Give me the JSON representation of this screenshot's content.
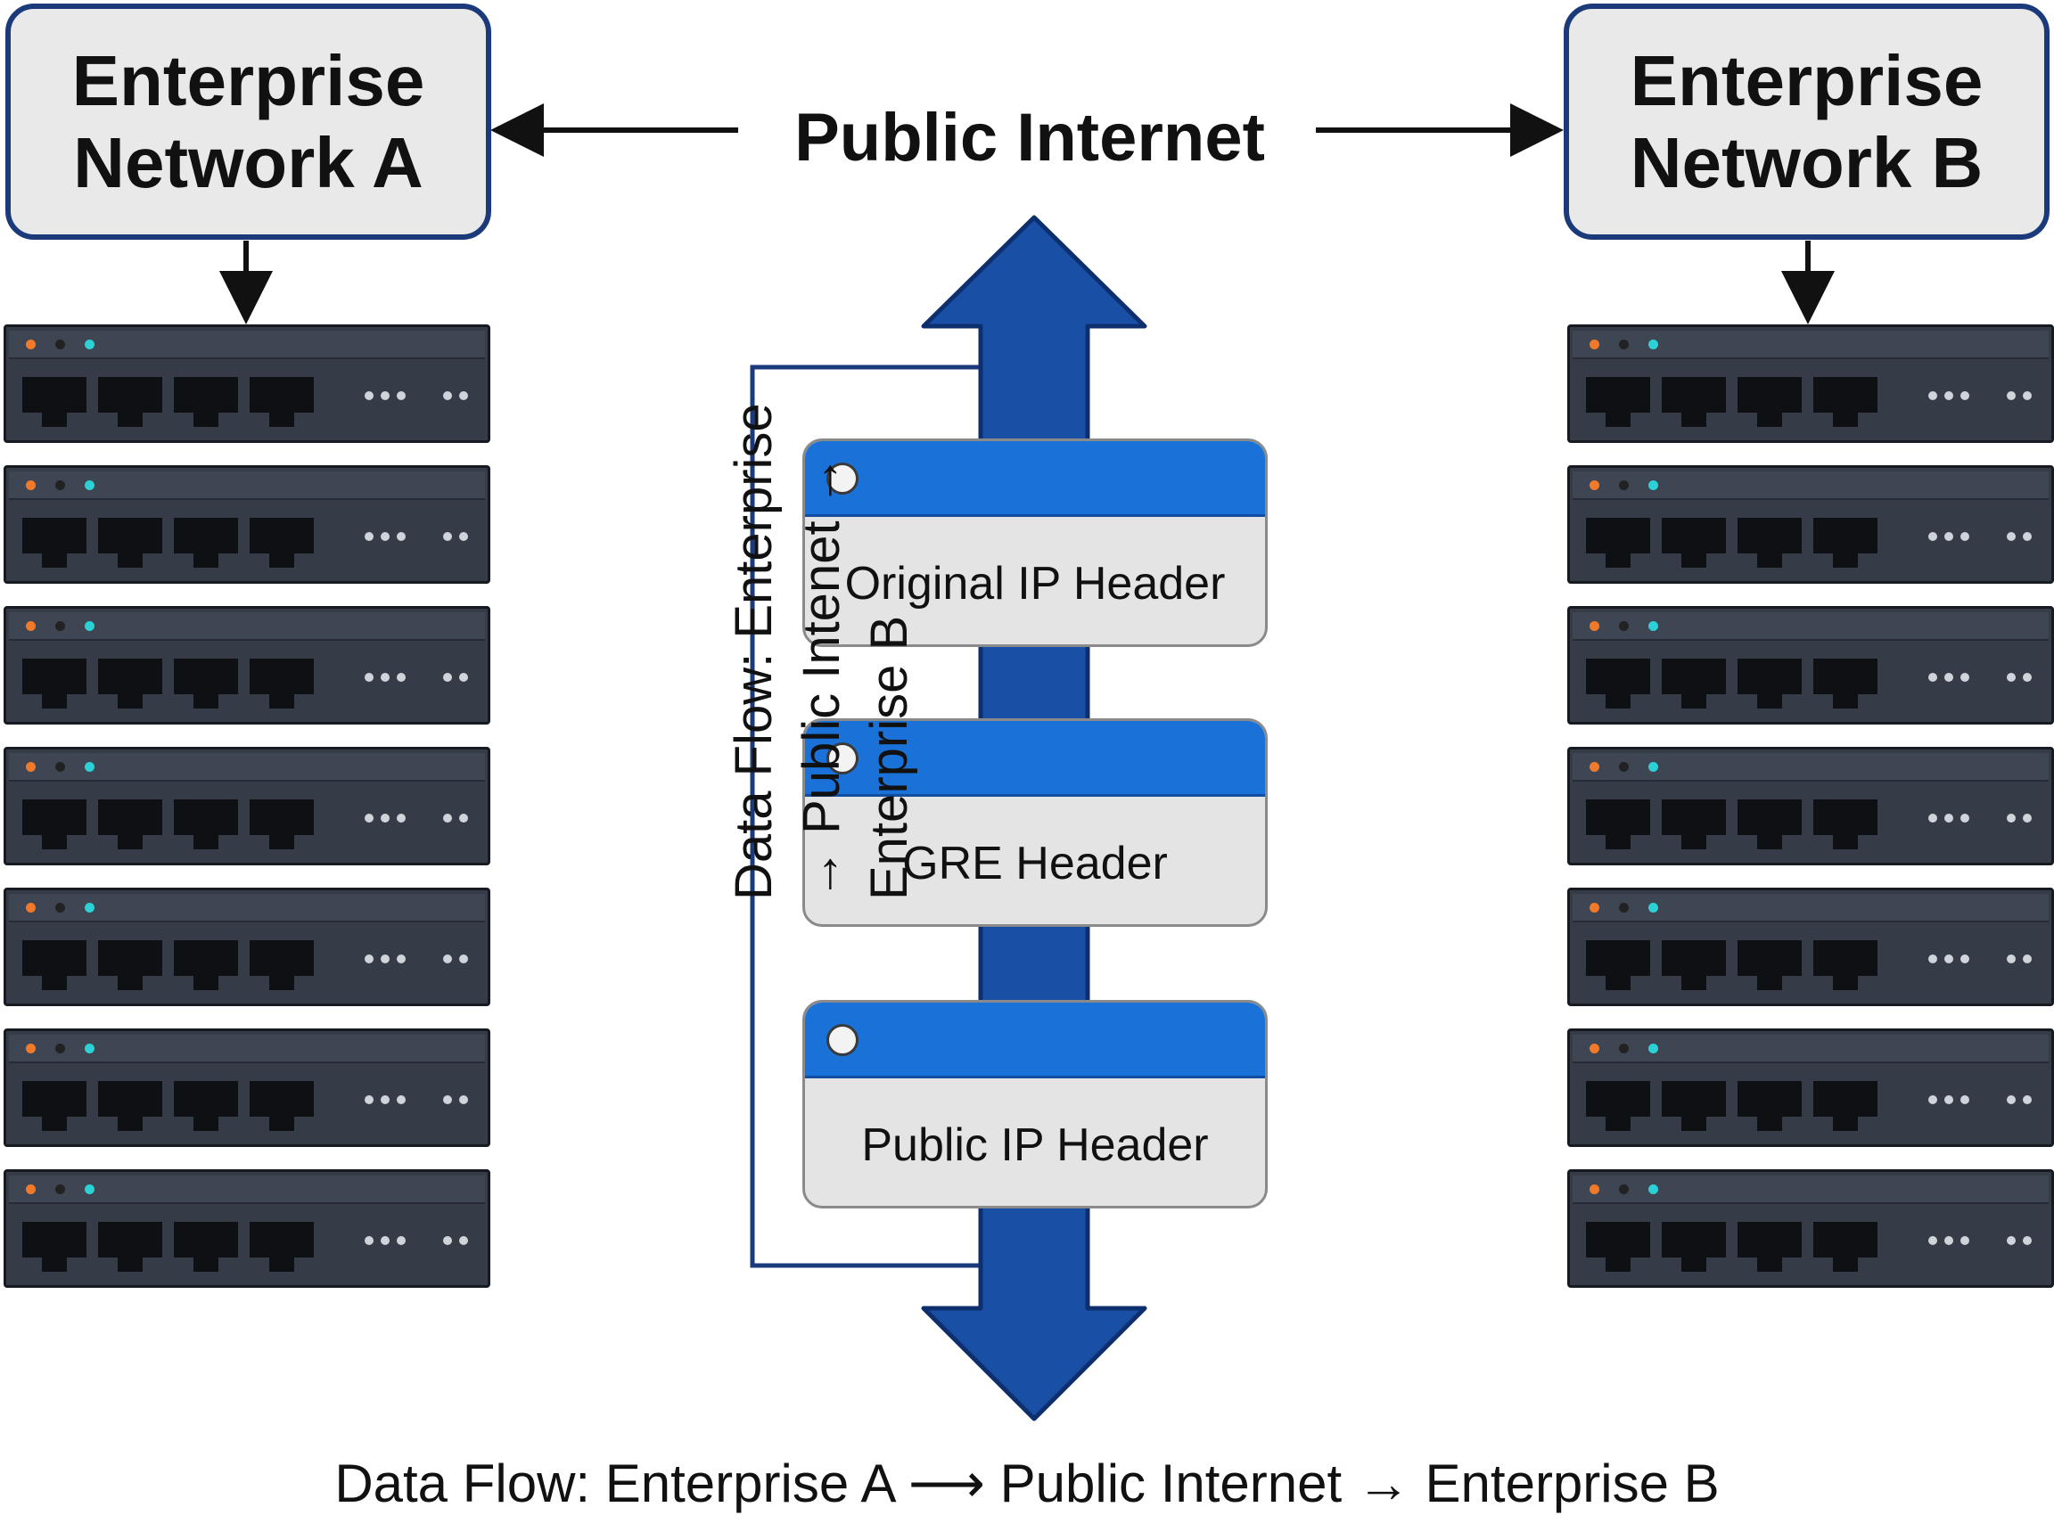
{
  "title": "Public Internet",
  "network_a": {
    "line1": "Enterprise",
    "line2": "Network A"
  },
  "network_b": {
    "line1": "Enterprise",
    "line2": "Network B"
  },
  "headers": [
    {
      "label": "Original IP Header"
    },
    {
      "label": "GRE Header"
    },
    {
      "label": "Public IP Header"
    }
  ],
  "vertical_label": "Data Flow: Enterprise → Public Intenet → Enterprise B",
  "bottom_label": "Data Flow: Enterprise A ⟶ Public Internet → Enterprise B",
  "rack_units": 7,
  "colors": {
    "box_border": "#1b3a7a",
    "box_fill": "#e9e9e9",
    "tunnel_arrow": "#1a4fa6",
    "header_bar": "#1a72d8",
    "rack_body": "#353b47"
  }
}
